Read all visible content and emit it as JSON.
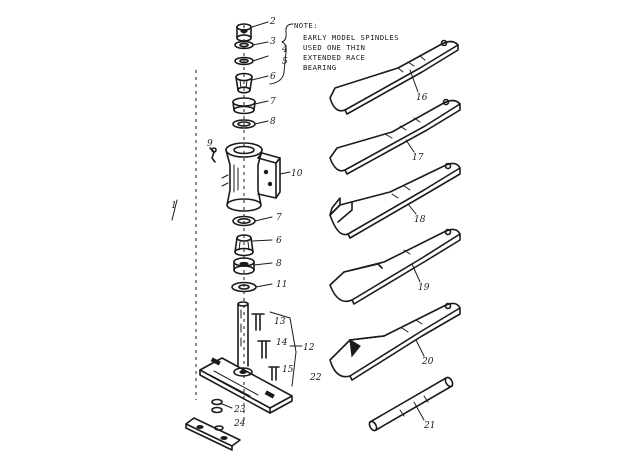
{
  "note": {
    "lines": [
      "NOTE:",
      "EARLY MODEL SPINDLES",
      "USED ONE THIN",
      "EXTENDED RACE",
      "BEARING"
    ]
  },
  "part_labels": {
    "p1": "1",
    "p2": "2",
    "p3": "3",
    "p4": "4",
    "p5": "5",
    "p6": "6",
    "p6b": "6",
    "p7": "7",
    "p7b": "7",
    "p8": "8",
    "p8b": "8",
    "p9": "9",
    "p10": "10",
    "p11": "11",
    "p12": "12",
    "p13": "13",
    "p14": "14",
    "p15": "15",
    "p16": "16",
    "p17": "17",
    "p18": "18",
    "p19": "19",
    "p20": "20",
    "p21": "21",
    "p22": "22",
    "p23": "23",
    "p24": "24"
  }
}
